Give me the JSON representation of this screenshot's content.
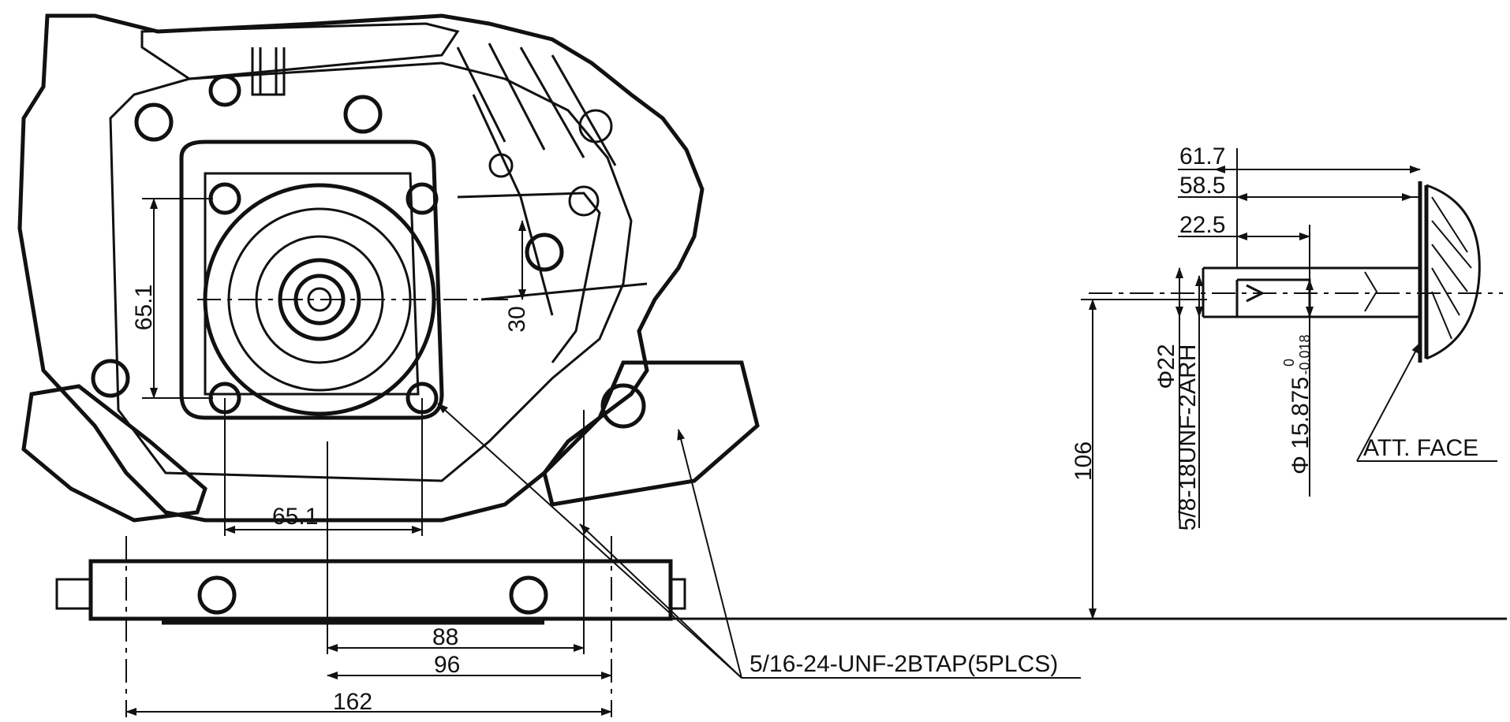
{
  "drawing": {
    "colors": {
      "ink": "#111111",
      "paper": "#ffffff"
    },
    "front_view": {
      "dim_vertical_bolt_spacing": "65.1",
      "dim_horizontal_bolt_spacing": "65.1",
      "dim_shaft_offset": "30",
      "dim_base_inner": "88",
      "dim_base_mid": "96",
      "dim_base_overall": "162",
      "callout_tap": "5/16-24-UNF-2BTAP(5PLCS)"
    },
    "side_view": {
      "dim_shaft_height": "106",
      "dim_length_overall": "61.7",
      "dim_length_mid": "58.5",
      "dim_keyway": "22.5",
      "dim_diameter_major": "Φ22",
      "dim_thread": "5/8-18UNF-2ARH",
      "dim_shaft_diameter": "Φ 15.875",
      "tol_upper": "0",
      "tol_lower": "-0.018",
      "callout_face": "ATT. FACE"
    }
  }
}
